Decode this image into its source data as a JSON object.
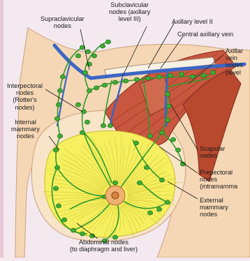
{
  "labels": {
    "supraclavicular": [
      "Supraclavicular",
      "nodes"
    ],
    "subclavicular": [
      "Subclavicular",
      "nodes (axillary",
      "level III)"
    ],
    "axillary_level_2": "Axillary level II",
    "central_axillary_vein": "Central axillary vein",
    "axillary_vein_nodes": [
      "Axillar",
      "vein",
      "nodes",
      "(level"
    ],
    "interpectoral": [
      "Interpectoral",
      "nodes",
      "(Rotter's",
      "nodes)"
    ],
    "internal_mammary": [
      "Internal",
      "mammary",
      "nodes"
    ],
    "scapular": [
      "Scapular",
      "nodes"
    ],
    "prepectoral": [
      "Prepectoral",
      "nodes",
      "(intramamma"
    ],
    "external_mammary": [
      "External",
      "mammary",
      "nodes"
    ],
    "abdominal": [
      "Abdominal nodes",
      "(to diaphragm and liver)"
    ]
  },
  "colors": {
    "background": "#f3e9ef",
    "skin": "#f6d7b5",
    "gland": "#f6f060",
    "muscle": "#c9563e",
    "vein": "#3b66c4",
    "lymph": "#2f9a2b",
    "nipple": "#d8853e"
  }
}
